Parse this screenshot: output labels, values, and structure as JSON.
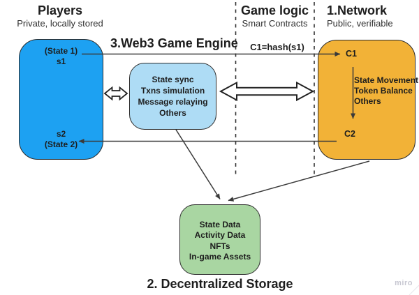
{
  "colors": {
    "players_box": "#1da1f2",
    "engine_box": "#aedcf5",
    "network_box": "#f2b237",
    "storage_box": "#a9d6a2",
    "shape_stroke": "#2b2b2b",
    "connector": "#3a3a3a",
    "text": "#1d1d1d",
    "watermark": "#c8c8d2"
  },
  "headers": {
    "players": {
      "title": "Players",
      "subtitle": "Private, locally stored"
    },
    "game_logic": {
      "title": "Game logic",
      "subtitle": "Smart Contracts"
    },
    "network": {
      "title": "1.Network",
      "subtitle": "Public, verifiable"
    },
    "engine_title": "3.Web3 Game Engine",
    "storage_title": "2. Decentralized Storage"
  },
  "players_box": {
    "top_line1": "(State 1)",
    "top_line2": "s1",
    "bottom_line1": "s2",
    "bottom_line2": "(State 2)"
  },
  "engine_box": {
    "lines": [
      "State sync",
      "Txns simulation",
      "Message relaying",
      "Others"
    ]
  },
  "network_box": {
    "c1": "C1",
    "flow_lines": [
      "State Movement",
      "Token Balance",
      "Others"
    ],
    "c2": "C2"
  },
  "storage_box": {
    "lines": [
      "State Data",
      "Activity Data",
      "NFTs",
      "In-game Assets"
    ]
  },
  "connectors": {
    "hash_label": "C1=hash(s1)"
  },
  "watermark": "miro"
}
